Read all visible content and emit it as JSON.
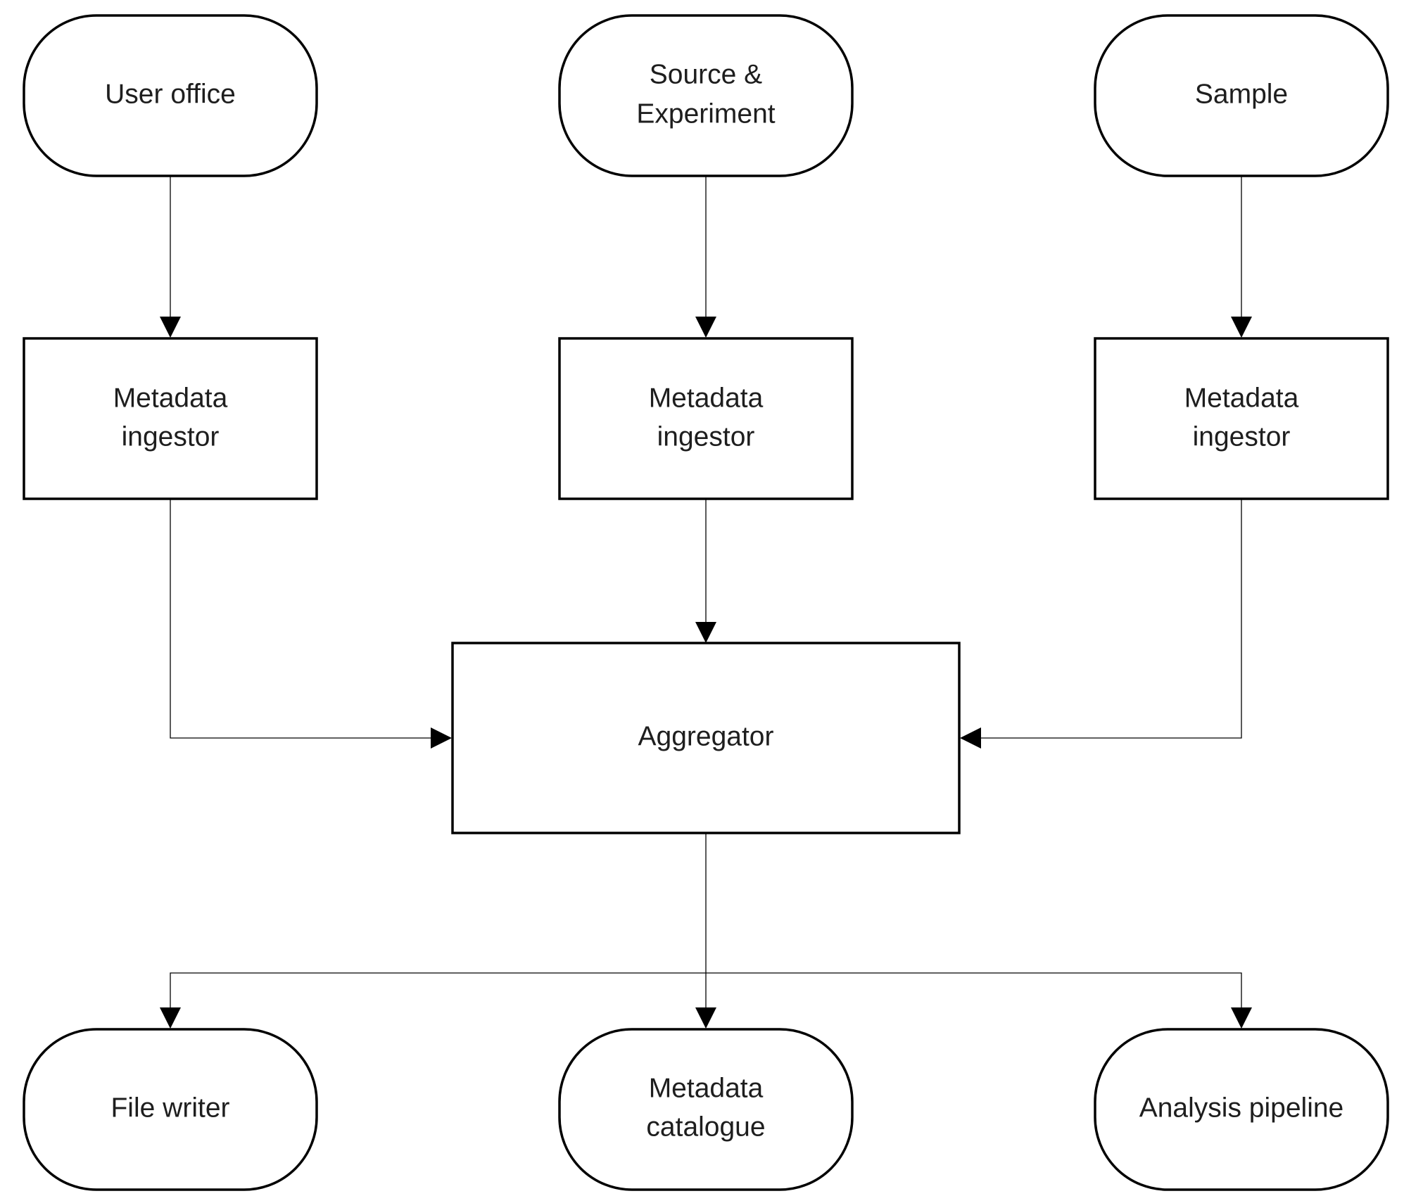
{
  "nodes": {
    "user_office": [
      "User office"
    ],
    "source_experiment": [
      "Source &",
      "Experiment"
    ],
    "sample": [
      "Sample"
    ],
    "ingestor_user_office": [
      "Metadata",
      "ingestor"
    ],
    "ingestor_source_experiment": [
      "Metadata",
      "ingestor"
    ],
    "ingestor_sample": [
      "Metadata",
      "ingestor"
    ],
    "aggregator": [
      "Aggregator"
    ],
    "file_writer": [
      "File writer"
    ],
    "metadata_catalogue": [
      "Metadata",
      "catalogue"
    ],
    "analysis_pipeline": [
      "Analysis pipeline"
    ]
  },
  "edges": [
    {
      "from": "user_office",
      "to": "ingestor_user_office"
    },
    {
      "from": "source_experiment",
      "to": "ingestor_source_experiment"
    },
    {
      "from": "sample",
      "to": "ingestor_sample"
    },
    {
      "from": "ingestor_user_office",
      "to": "aggregator"
    },
    {
      "from": "ingestor_source_experiment",
      "to": "aggregator"
    },
    {
      "from": "ingestor_sample",
      "to": "aggregator"
    },
    {
      "from": "aggregator",
      "to": "file_writer"
    },
    {
      "from": "aggregator",
      "to": "metadata_catalogue"
    },
    {
      "from": "aggregator",
      "to": "analysis_pipeline"
    }
  ]
}
